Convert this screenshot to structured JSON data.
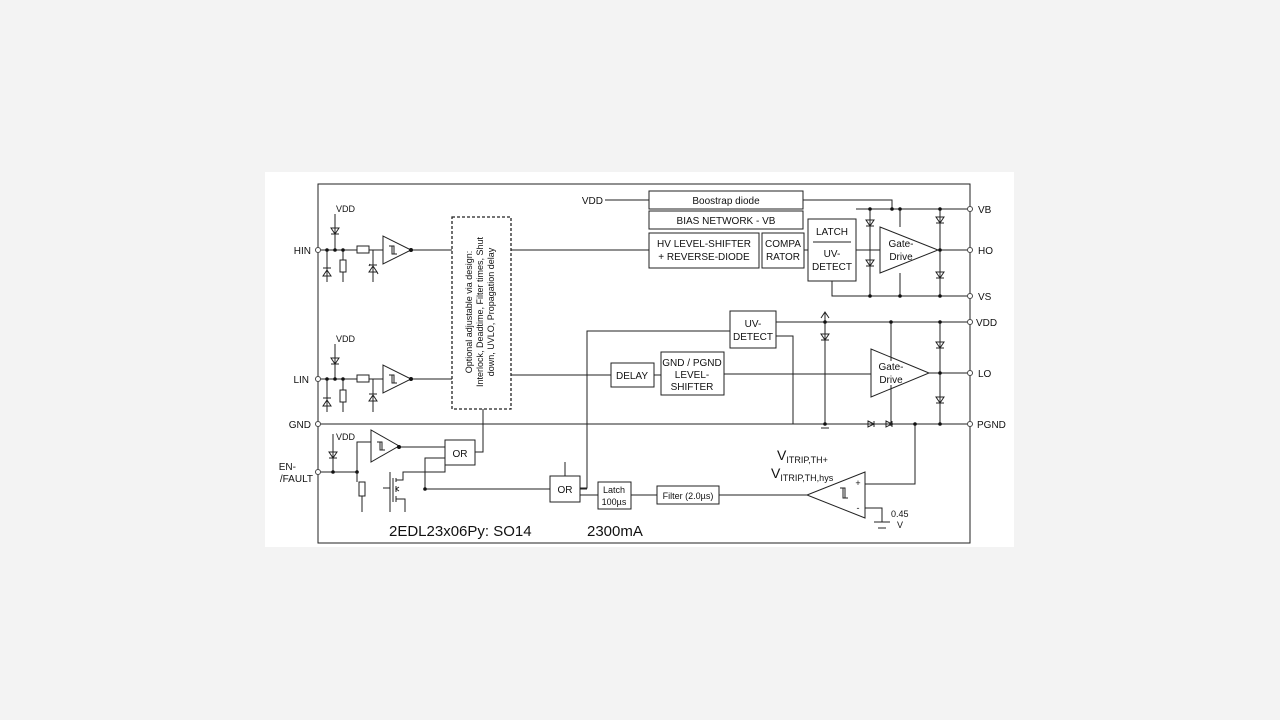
{
  "pins_left": {
    "hin": "HIN",
    "lin": "LIN",
    "gnd": "GND",
    "en1": "EN-",
    "en2": "/FAULT"
  },
  "pins_right": {
    "vb": "VB",
    "ho": "HO",
    "vs": "VS",
    "vdd": "VDD",
    "lo": "LO",
    "pgnd": "PGND"
  },
  "supply": {
    "vdd": "VDD"
  },
  "blocks": {
    "bootstrap": "Boostrap diode",
    "bias": "BIAS NETWORK - VB",
    "hv_shifter1": "HV LEVEL-SHIFTER",
    "hv_shifter2": "+ REVERSE-DIODE",
    "comparator1": "COMPA",
    "comparator2": "RATOR",
    "latch": "LATCH",
    "uv_high1": "UV-",
    "uv_high2": "DETECT",
    "uv_low1": "UV-",
    "uv_low2": "DETECT",
    "gate_high1": "Gate-",
    "gate_high2": "Drive",
    "gate_low1": "Gate-",
    "gate_low2": "Drive",
    "delay": "DELAY",
    "gnd_shift1": "GND / PGND",
    "gnd_shift2": "LEVEL-",
    "gnd_shift3": "SHIFTER",
    "or_top": "OR",
    "or_bottom": "OR",
    "latch100_1": "Latch",
    "latch100_2": "100µs",
    "filter": "Filter (2.0µs)"
  },
  "optional": {
    "line1": "Optional adjustable via design:",
    "line2": "Interlock, Deadtime, Filter times, Shut",
    "line3": "down, UVLO, Propagation delay"
  },
  "vtrip": {
    "v1": "V",
    "sub1": "ITRIP,TH+",
    "v2": "V",
    "sub2": "ITRIP,TH,hys",
    "plus": "+",
    "minus": "-",
    "ref1": "0.45",
    "ref2": "V"
  },
  "footer": {
    "part": "2EDL23x06Py: SO14",
    "current": "2300mA"
  }
}
